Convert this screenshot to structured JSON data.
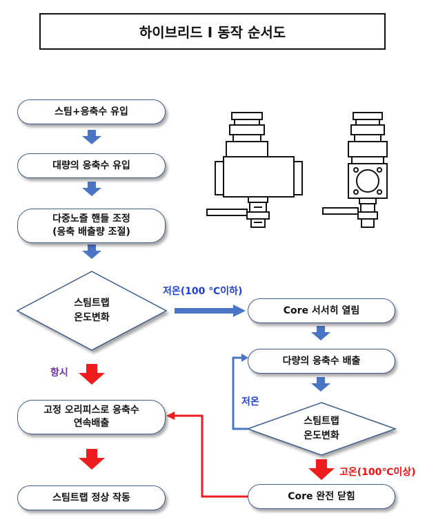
{
  "title": "하이브리드 I 동작 순서도",
  "left_flow": {
    "step1": "스팀+응축수 유입",
    "step2": "대량의 응축수 유입",
    "step3_line1": "다중노즐 핸들 조정",
    "step3_line2": "(응축 배출량 조절)",
    "decision_line1": "스팀트랩",
    "decision_line2": "온도변화",
    "step4_line1": "고정 오리피스로 응축수",
    "step4_line2": "연속배출",
    "step5": "스팀트랩 정상 작동"
  },
  "right_flow": {
    "step1": "Core 서서히 열림",
    "step2": "다량의 응축수 배출",
    "decision_line1": "스팀트랩",
    "decision_line2": "온도변화",
    "step3": "Core 완전 닫힘"
  },
  "labels": {
    "low_temp_100": "저온(100 ℃이하)",
    "always": "항시",
    "low_temp": "저온",
    "high_temp_100": "고온(100℃이상)"
  },
  "colors": {
    "arrow_blue": "#4a74c4",
    "arrow_red": "#ee1c1c",
    "label_blue": "#1f3fd0",
    "label_purple": "#7030a0",
    "label_red": "#ee1111"
  }
}
